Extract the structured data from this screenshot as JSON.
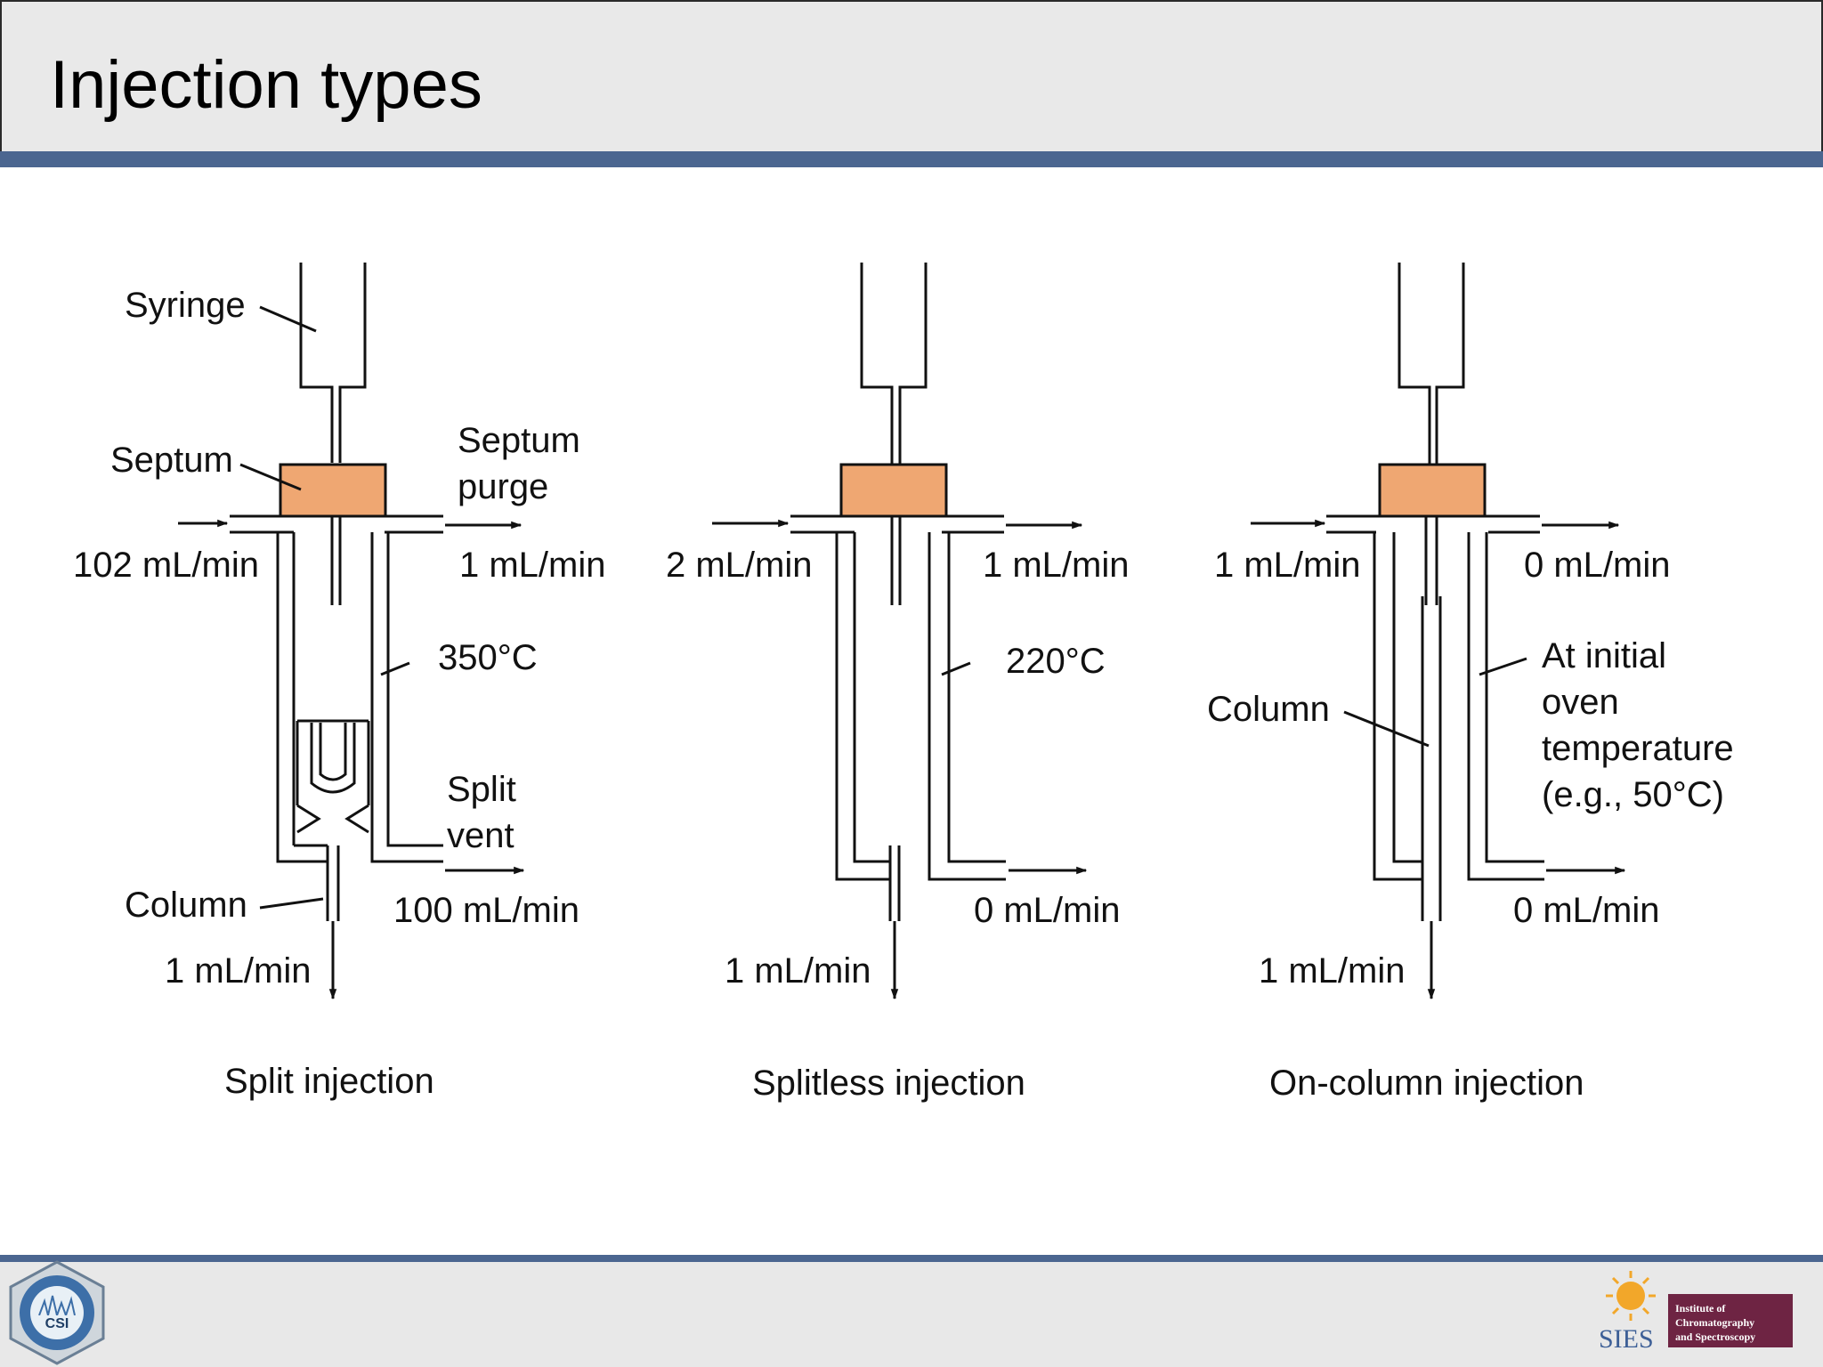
{
  "title": "Injection types",
  "colors": {
    "septum": "#efa772",
    "accent_bar": "#4b6690",
    "header_bg": "#e9e9e9"
  },
  "split": {
    "caption": "Split injection",
    "syringe": "Syringe",
    "septum": "Septum",
    "septum_purge_1": "Septum",
    "septum_purge_2": "purge",
    "inlet_flow": "102 mL/min",
    "purge_flow": "1 mL/min",
    "temperature": "350°C",
    "split_vent_1": "Split",
    "split_vent_2": "vent",
    "vent_flow": "100 mL/min",
    "column": "Column",
    "column_flow": "1 mL/min"
  },
  "splitless": {
    "caption": "Splitless injection",
    "inlet_flow": "2 mL/min",
    "purge_flow": "1 mL/min",
    "temperature": "220°C",
    "vent_flow": "0 mL/min",
    "column_flow": "1 mL/min"
  },
  "oncolumn": {
    "caption": "On-column injection",
    "inlet_flow": "1 mL/min",
    "purge_flow": "0 mL/min",
    "column": "Column",
    "temp_1": "At initial",
    "temp_2": "oven",
    "temp_3": "temperature",
    "temp_4": "(e.g., 50°C)",
    "vent_flow": "0 mL/min",
    "column_flow": "1 mL/min"
  },
  "logos": {
    "left": "CSI",
    "right_1": "Institute of",
    "right_2": "Chromatography",
    "right_3": "and Spectroscopy",
    "right_mark": "SIES"
  }
}
